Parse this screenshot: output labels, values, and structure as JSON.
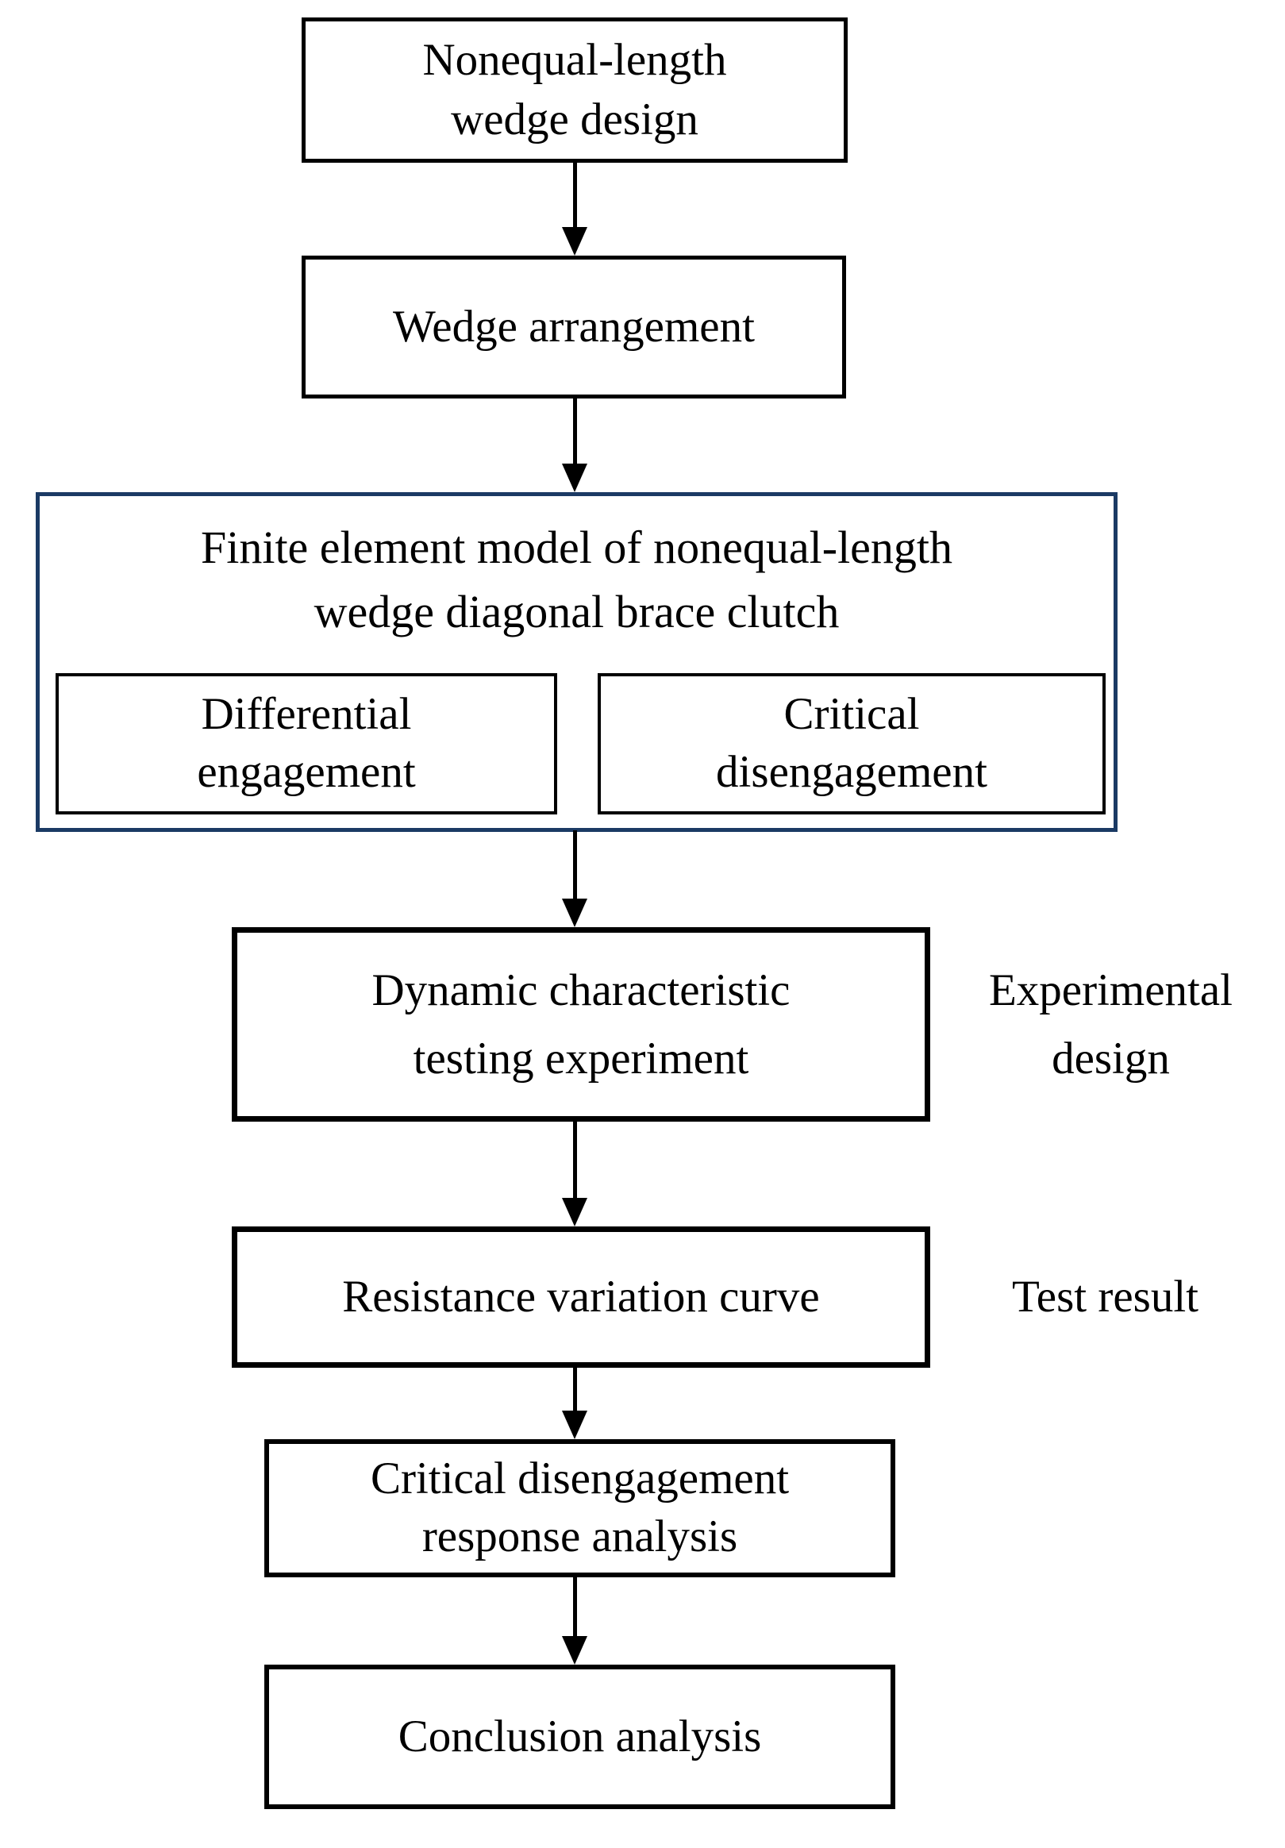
{
  "colors": {
    "border": "#000000",
    "container_border": "#1b3a64",
    "background": "#ffffff",
    "text": "#000000"
  },
  "nodes": {
    "wedge_design": {
      "line1": "Nonequal-length",
      "line2": "wedge design"
    },
    "wedge_arrangement": {
      "line1": "Wedge arrangement"
    },
    "fe_model": {
      "line1": "Finite element model of nonequal-length",
      "line2": "wedge diagonal brace clutch"
    },
    "differential_engagement": {
      "line1": "Differential",
      "line2": "engagement"
    },
    "critical_disengagement": {
      "line1": "Critical",
      "line2": "disengagement"
    },
    "dynamic_testing": {
      "line1": "Dynamic characteristic",
      "line2": "testing experiment"
    },
    "resistance_curve": {
      "line1": "Resistance variation curve"
    },
    "critical_response": {
      "line1": "Critical disengagement",
      "line2": "response analysis"
    },
    "conclusion": {
      "line1": "Conclusion analysis"
    }
  },
  "side_labels": {
    "experimental_design": {
      "line1": "Experimental",
      "line2": "design"
    },
    "test_result": {
      "line1": "Test result"
    }
  }
}
